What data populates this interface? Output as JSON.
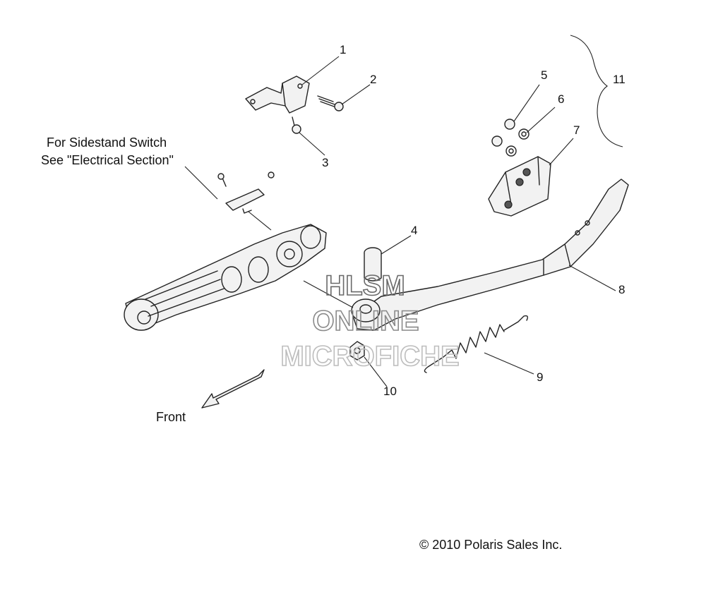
{
  "callouts": {
    "c1": "1",
    "c2": "2",
    "c3": "3",
    "c4": "4",
    "c5": "5",
    "c6": "6",
    "c7": "7",
    "c8": "8",
    "c9": "9",
    "c10": "10",
    "c11": "11"
  },
  "notes": {
    "switch_line1": "For Sidestand Switch",
    "switch_line2": "See \"Electrical Section\"",
    "front": "Front",
    "copyright": "© 2010 Polaris Sales Inc."
  },
  "watermark": {
    "line1": "HLSM",
    "line2": "ONLINE",
    "line3": "MICROFICHE"
  }
}
